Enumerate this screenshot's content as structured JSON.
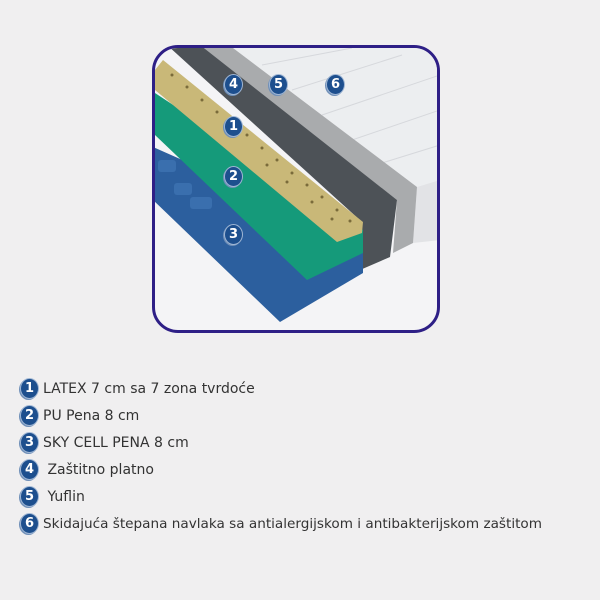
{
  "diagram": {
    "badges": [
      "4",
      "5",
      "6",
      "1",
      "2",
      "3"
    ],
    "colors": {
      "frame": "#2e1f86",
      "latex": "#c9b878",
      "pu": "#159a7a",
      "skycell": "#2c5f9e",
      "protective": "#4d5257",
      "yuflin": "#a9abad",
      "cover": "#eceef0"
    }
  },
  "legend": [
    {
      "num": "1",
      "label": "LATEX 7 cm sa 7 zona tvrdoće"
    },
    {
      "num": "2",
      "label": "PU Pena 8 cm"
    },
    {
      "num": "3",
      "label": "SKY CELL PENA 8 cm"
    },
    {
      "num": "4",
      "label": " Zaštitno platno"
    },
    {
      "num": "5",
      "label": " Yuflin"
    },
    {
      "num": "6",
      "label": "Skidajuća štepana navlaka sa antialergijskom i antibakterijskom zaštitom"
    }
  ]
}
